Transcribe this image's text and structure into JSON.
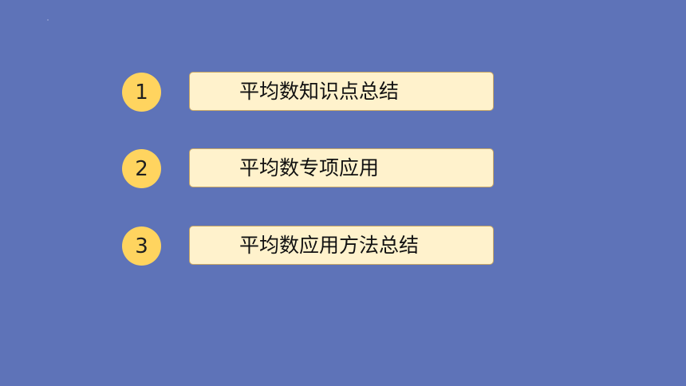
{
  "items": [
    {
      "number": "1",
      "label": "平均数知识点总结"
    },
    {
      "number": "2",
      "label": "平均数专项应用"
    },
    {
      "number": "3",
      "label": "平均数应用方法总结"
    }
  ],
  "colors": {
    "background": "#5e73b8",
    "number_circle": "#ffd45f",
    "label_box": "#fff2cc",
    "label_border": "#c9a866"
  }
}
